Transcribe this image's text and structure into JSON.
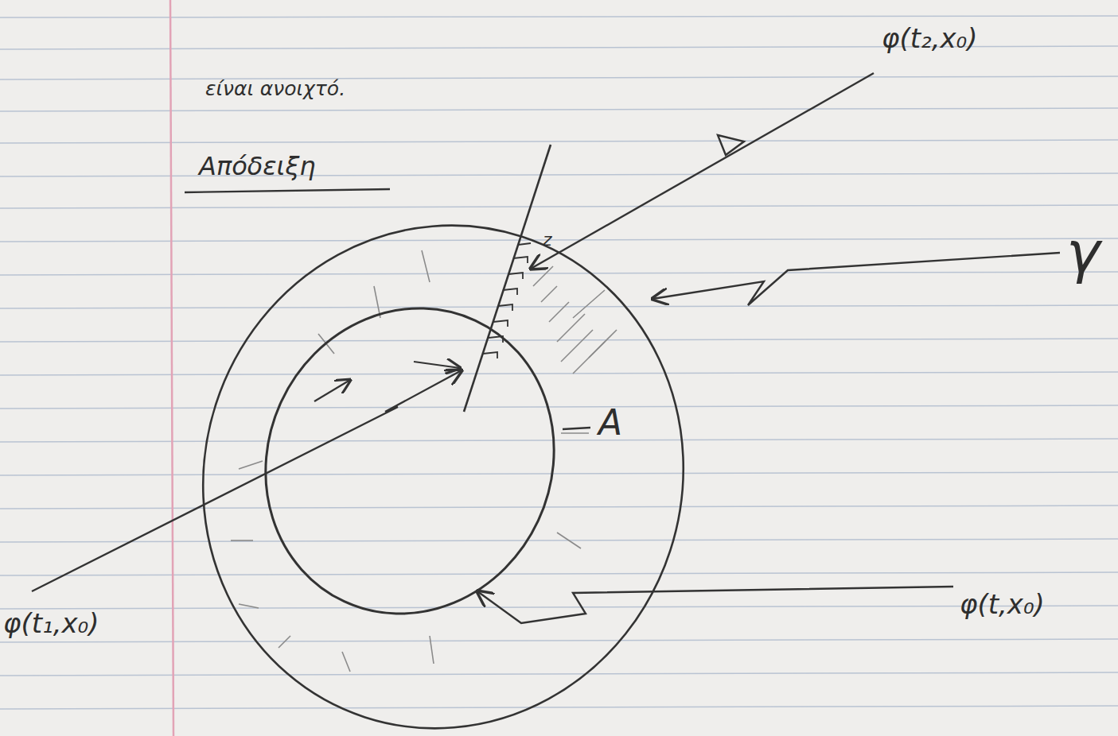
{
  "diagram": {
    "title": "Απόδειξη",
    "labels": [
      "είναι ανοιχτό.",
      "φ(t₂,x₀)",
      "γ",
      "z",
      "A",
      "φ(t,x₀)",
      "φ(t₁,x₀)"
    ]
  }
}
